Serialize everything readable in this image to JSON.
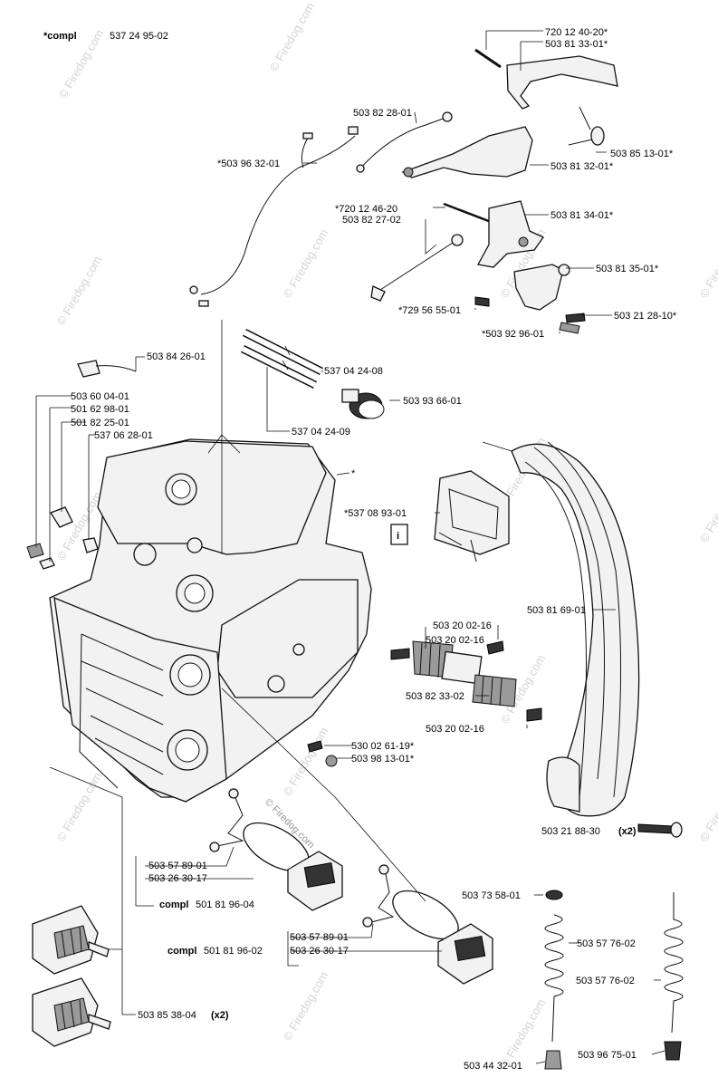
{
  "title": {
    "prefix": "*compl",
    "number": "537 24 95-02"
  },
  "labels": {
    "l1": "720 12 40-20*",
    "l2": "503 81 33-01*",
    "l3": "503 82 28-01",
    "l4": "503 85 13-01*",
    "l5": "*503 96 32-01",
    "l6": "503 81 32-01*",
    "l7": "*720 12 46-20",
    "l8": "503 82 27-02",
    "l9": "503 81 34-01*",
    "l10": "503 81 35-01*",
    "l11": "503 21 28-10*",
    "l12": "*729 56 55-01",
    "l13": "*503 92 96-01",
    "l14": "503 84 26-01",
    "l15": "537 04 24-08",
    "l16": "503 93 66-01",
    "l17": "503 60 04-01",
    "l18": "501 62 98-01",
    "l19": "501 82 25-01",
    "l20": "537 06 28-01",
    "l21": "537 04 24-09",
    "l22": "*537 08 93-01",
    "l23": "503 81 69-01",
    "l24": "503 20 02-16",
    "l25": "503 20 02-16",
    "l26": "503 82 33-02",
    "l27": "503 20 02-16",
    "l28": "530 02 61-19*",
    "l29": "503 98 13-01*",
    "l30": "503 21 88-30",
    "l31": "503 57 89-01",
    "l32": "503 26 30-17",
    "l33": "503 73 58-01",
    "l34": "503 57 76-02",
    "l35": "503 57 76-02",
    "l36": "503 57 89-01",
    "l37": "503 26 30-17",
    "l38": "503 85 38-04",
    "l39": "503 44 32-01",
    "l40": "503 96 75-01"
  },
  "suffixes": {
    "x2_a": "(x2)",
    "x2_b": "(x2)"
  },
  "compl_groups": {
    "a": {
      "prefix": "compl",
      "number": "501 81 96-04"
    },
    "b": {
      "prefix": "compl",
      "number": "501 81 96-02"
    }
  },
  "info_icon": "i",
  "asterisk": "*",
  "watermark": "© Firedog.com",
  "icons": [
    "info-icon"
  ]
}
